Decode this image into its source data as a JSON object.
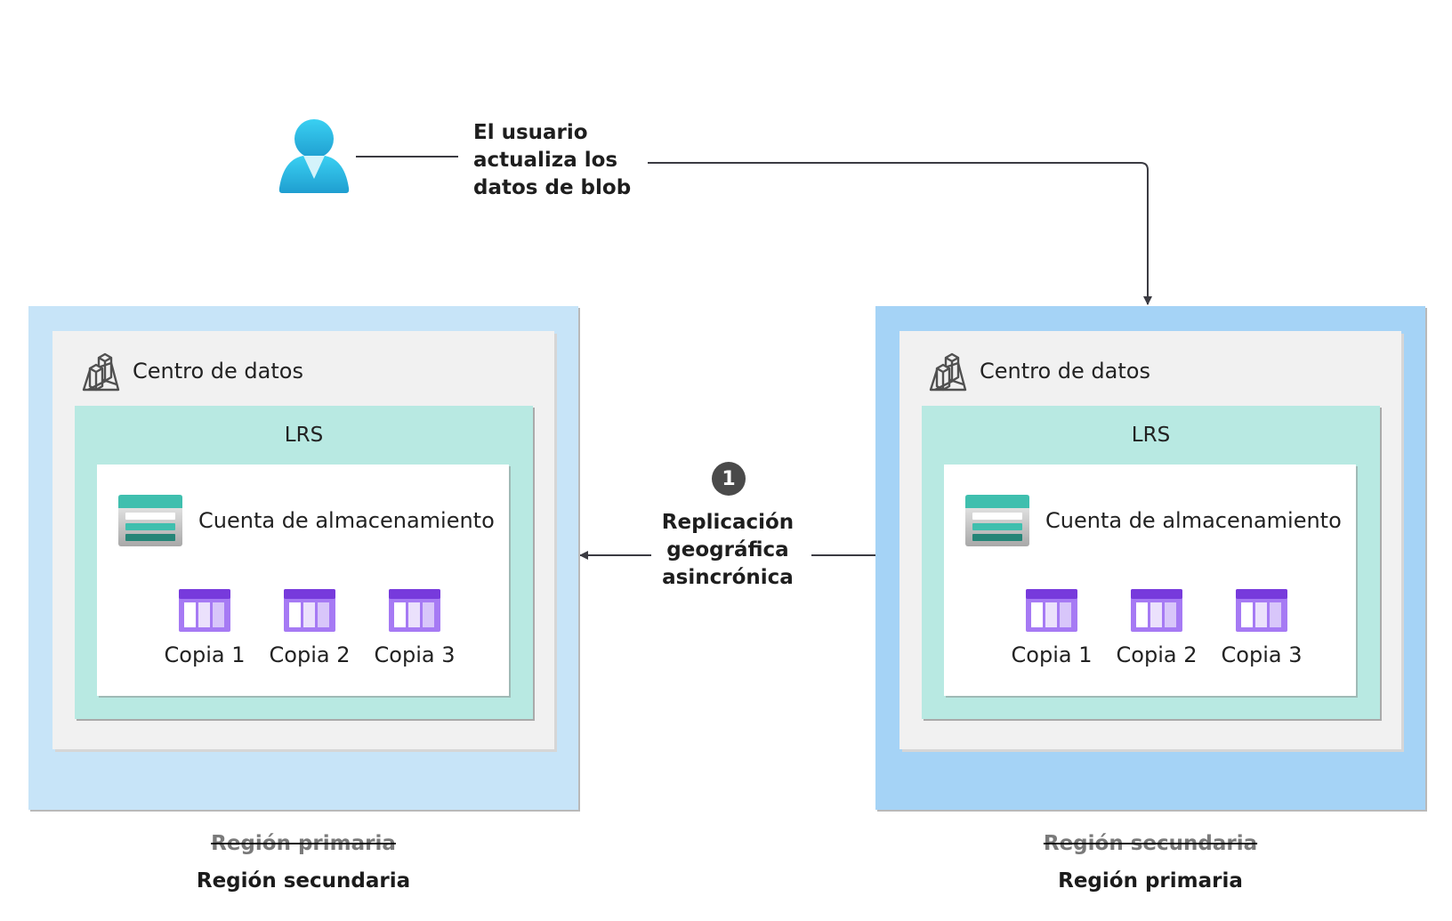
{
  "user": {
    "icon": "user-icon",
    "action_lines": [
      "El usuario",
      "actualiza los",
      "datos de blob"
    ]
  },
  "replication": {
    "step_number": "1",
    "lines": [
      "Replicación",
      "geográfica",
      "asincrónica"
    ],
    "direction": "right-to-left"
  },
  "regions": [
    {
      "id": "left",
      "fill": "#c7e4f8",
      "datacenter_label": "Centro de datos",
      "redundancy_label": "LRS",
      "account_label": "Cuenta de almacenamiento",
      "copies": [
        "Copia 1",
        "Copia 2",
        "Copia 3"
      ],
      "old_role": "Región primaria",
      "new_role": "Región secundaria"
    },
    {
      "id": "right",
      "fill": "#a5d3f6",
      "datacenter_label": "Centro de datos",
      "redundancy_label": "LRS",
      "account_label": "Cuenta de almacenamiento",
      "copies": [
        "Copia 1",
        "Copia 2",
        "Copia 3"
      ],
      "old_role": "Región secundaria",
      "new_role": "Región primaria"
    }
  ],
  "colors": {
    "datacenter_bg": "#f1f1f1",
    "lrs_bg": "#b8e9e2",
    "connector": "#3b3b42",
    "copy_icon_purple": "#773adc",
    "storage_teal": "#3fbfae"
  }
}
